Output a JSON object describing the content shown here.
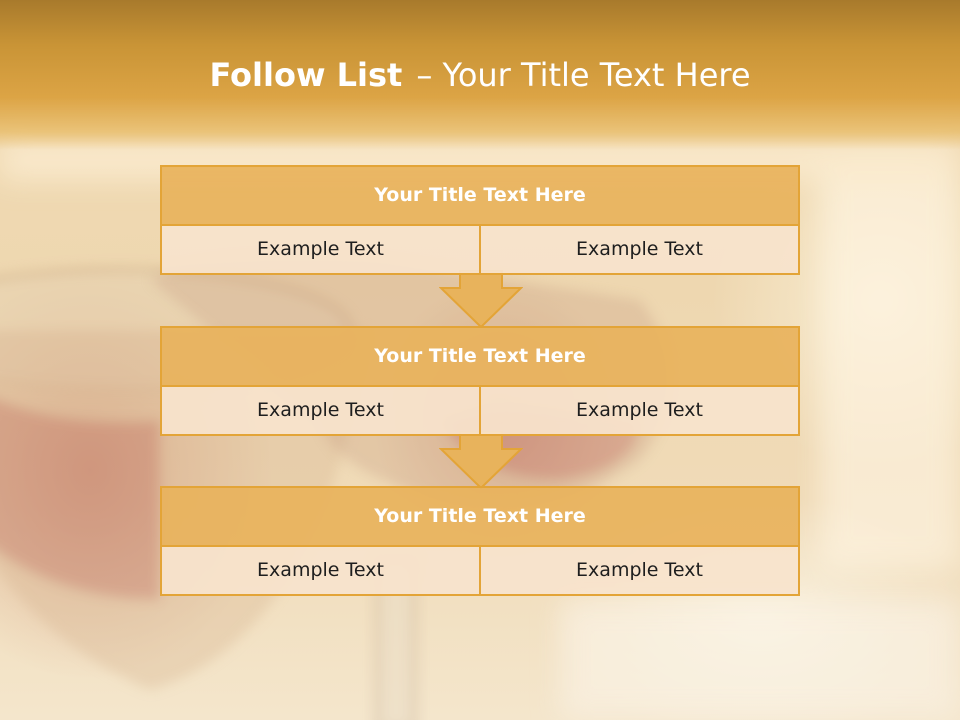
{
  "slide": {
    "title_bold": "Follow List",
    "title_rest": "– Your Title Text Here"
  },
  "blocks": [
    {
      "title": "Your Title Text Here",
      "left": "Example Text",
      "right": "Example Text"
    },
    {
      "title": "Your Title Text Here",
      "left": "Example Text",
      "right": "Example Text"
    },
    {
      "title": "Your Title Text Here",
      "left": "Example Text",
      "right": "Example Text"
    }
  ],
  "colors": {
    "header": "#dca445",
    "block_title_fill": "#e8b35c",
    "block_row_fill": "#f8e3cc",
    "border": "#e3a437",
    "arrow_fill": "#e8b35c"
  },
  "icons": {
    "connector": "down-arrow-icon",
    "background": "wine-glass-photo"
  }
}
